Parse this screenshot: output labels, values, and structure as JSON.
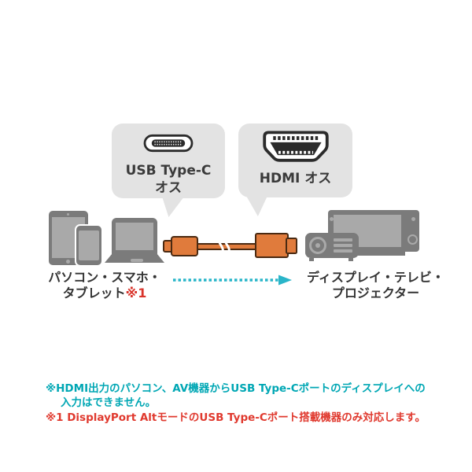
{
  "callout_usb": {
    "icon": "usb-c-connector-icon",
    "line1": "USB Type-C",
    "line2": "オス"
  },
  "callout_hdmi": {
    "icon": "hdmi-connector-icon",
    "label": "HDMI オス"
  },
  "source_devices": {
    "label_line1": "パソコン・スマホ・",
    "label_line2": "タブレット",
    "label_ref": "※1"
  },
  "target_devices": {
    "label_line1": "ディスプレイ・テレビ・",
    "label_line2": "プロジェクター"
  },
  "notes": {
    "note1_line1": "※HDMI出力のパソコン、AV機器からUSB Type-Cポートのディスプレイへの",
    "note1_line2": "入力はできません。",
    "note2": "※1 DisplayPort AltモードのUSB Type-Cポート搭載機器のみ対応します。"
  },
  "colors": {
    "bubble_gray": "#e3e3e3",
    "device_gray": "#7b7b7b",
    "device_light_gray": "#a9a9a9",
    "cable_orange": "#e07b3c",
    "cable_outline": "#4a2a12",
    "arrow_cyan": "#2ab5c9",
    "note_teal": "#00a7b4",
    "note_red": "#e0392e",
    "ref_red": "#d9342b",
    "text_dark": "#3a3a3a"
  }
}
